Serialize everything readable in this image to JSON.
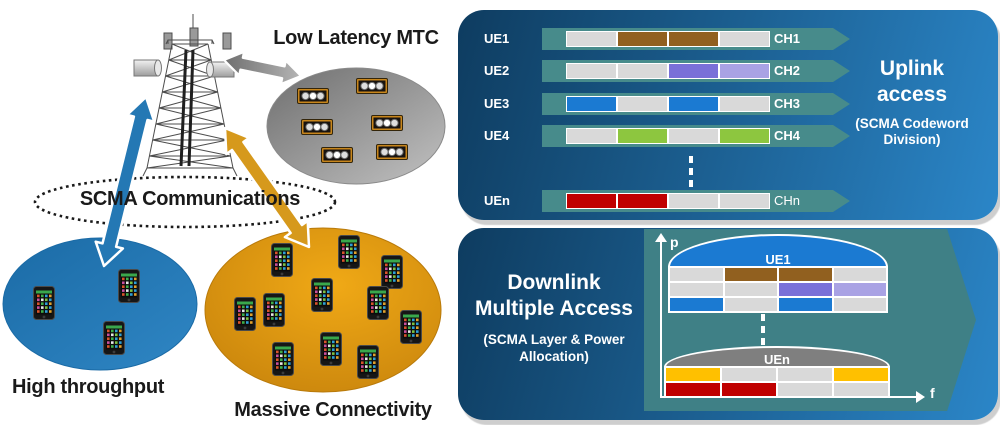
{
  "left_diagram": {
    "scma_label": "SCMA Communications",
    "low_latency_label": "Low Latency MTC",
    "high_throughput_label": "High throughput",
    "massive_connectivity_label": "Massive Connectivity"
  },
  "uplink_panel": {
    "title_line1": "Uplink",
    "title_line2": "access",
    "subtitle_line1": "(SCMA Codeword",
    "subtitle_line2": "Division)",
    "rows": [
      {
        "ue": "UE1",
        "ch": "CH1",
        "ch_bold": true,
        "segments": [
          "gray",
          "brown",
          "brown",
          "gray"
        ]
      },
      {
        "ue": "UE2",
        "ch": "CH2",
        "ch_bold": true,
        "segments": [
          "gray",
          "gray",
          "purple",
          "purple_light"
        ]
      },
      {
        "ue": "UE3",
        "ch": "CH3",
        "ch_bold": true,
        "segments": [
          "blue",
          "gray",
          "blue",
          "gray"
        ]
      },
      {
        "ue": "UE4",
        "ch": "CH4",
        "ch_bold": true,
        "segments": [
          "gray",
          "green",
          "gray",
          "green"
        ]
      },
      {
        "ue": "UEn",
        "ch": "CHn",
        "ch_bold": false,
        "segments": [
          "red",
          "red",
          "gray",
          "gray"
        ]
      }
    ]
  },
  "downlink_panel": {
    "title_line1": "Downlink",
    "title_line2": "Multiple Access",
    "subtitle_line1": "(SCMA Layer & Power",
    "subtitle_line2": "Allocation)",
    "y_axis_label": "p",
    "x_axis_label": "f",
    "blocks": [
      {
        "label": "UE1",
        "dome": "blue_dome",
        "rows": [
          [
            "gray",
            "brown",
            "brown",
            "gray"
          ],
          [
            "gray",
            "gray",
            "purple",
            "purple_light"
          ],
          [
            "blue",
            "gray",
            "blue",
            "gray"
          ]
        ]
      },
      {
        "label": "UEn",
        "dome": "gray_dome",
        "rows": [
          [
            "yellow",
            "gray",
            "gray",
            "yellow"
          ],
          [
            "red",
            "red",
            "gray",
            "gray"
          ]
        ]
      }
    ]
  },
  "colors": {
    "gray": "#d9d9d9",
    "brown": "#91601f",
    "purple": "#7a70d8",
    "purple_light": "#a9a2e4",
    "blue": "#1b7ad2",
    "green": "#8dc63f",
    "red": "#c00000",
    "yellow": "#ffc000",
    "blue_dome": "#1b7ad2",
    "gray_dome": "#7f7f7f",
    "band_teal": "#478b8b",
    "inner_teal": "#3f8086"
  }
}
